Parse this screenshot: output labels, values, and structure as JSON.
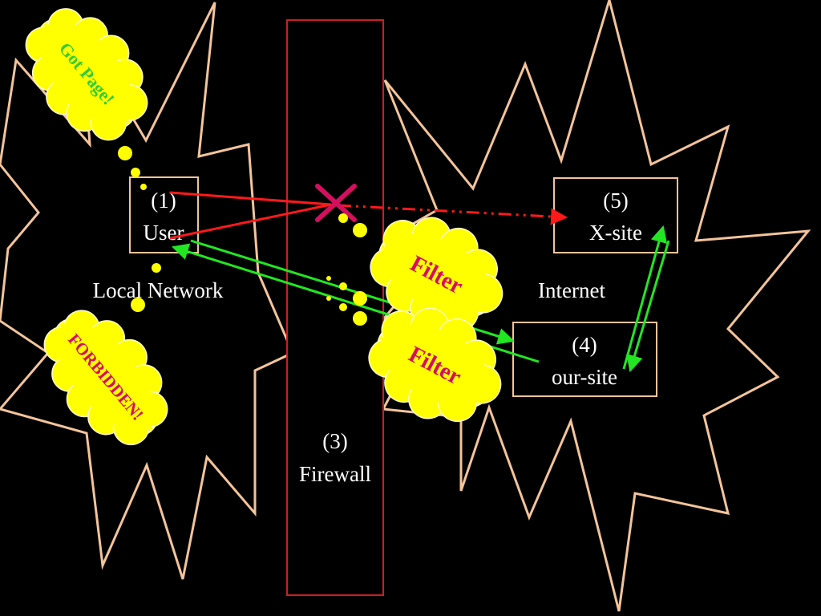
{
  "colors": {
    "background": "#000000",
    "starburst_stroke": "#f4c49a",
    "box_stroke": "#f4c49a",
    "firewall_stroke": "#cc1f1f",
    "blocked_arrow": "#ff1a1a",
    "allowed_arrow": "#22e622",
    "cloud_fill": "#ffff00",
    "block_mark": "#d40f5e",
    "text": "#ffffff",
    "got_page_text": "#33cc33",
    "forbidden_text": "#d40f5e",
    "filter_text": "#d40f5e"
  },
  "nodes": {
    "user": {
      "number": "(1)",
      "label": "User"
    },
    "firewall": {
      "number": "(3)",
      "label": "Firewall"
    },
    "our_site": {
      "number": "(4)",
      "label": "our-site"
    },
    "x_site": {
      "number": "(5)",
      "label": "X-site"
    }
  },
  "regions": {
    "local_network": "Local Network",
    "internet": "Internet"
  },
  "callouts": {
    "got_page": "Got Page!",
    "forbidden": "FORBIDDEN!",
    "filter_top": "Filter",
    "filter_bottom": "Filter"
  },
  "icons": {
    "block_mark": "x-mark-icon"
  }
}
